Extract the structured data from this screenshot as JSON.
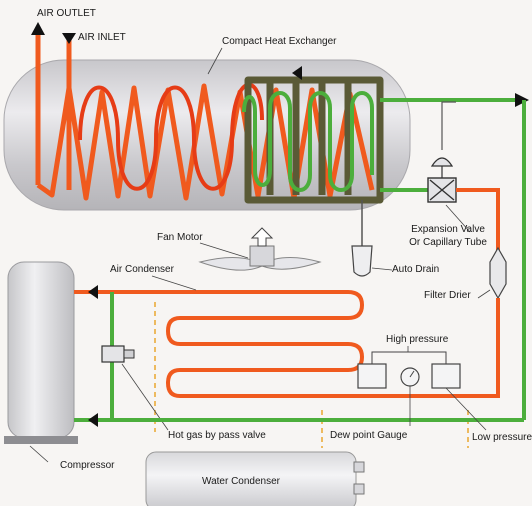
{
  "labels": {
    "air_outlet": "AIR OUTLET",
    "air_inlet": "AIR INLET",
    "compact_heat_exchanger": "Compact Heat Exchanger",
    "fan_motor": "Fan Motor",
    "air_condenser": "Air Condenser",
    "expansion_valve_line1": "Expansion Valve",
    "expansion_valve_line2": "Or Capillary Tube",
    "auto_drain": "Auto Drain",
    "filter_drier": "Filter Drier",
    "high_pressure": "High pressure",
    "compressor": "Compressor",
    "hot_gas_bypass_valve": "Hot gas by pass valve",
    "dew_point_gauge": "Dew point Gauge",
    "low_pressure": "Low pressure",
    "water_condenser": "Water Condenser"
  },
  "colors": {
    "refrigerant_hot": "#f05a1e",
    "refrigerant_cool": "#4cae3c",
    "coil_dark": "#5a5a36",
    "vessel": "#d3d3d6"
  }
}
